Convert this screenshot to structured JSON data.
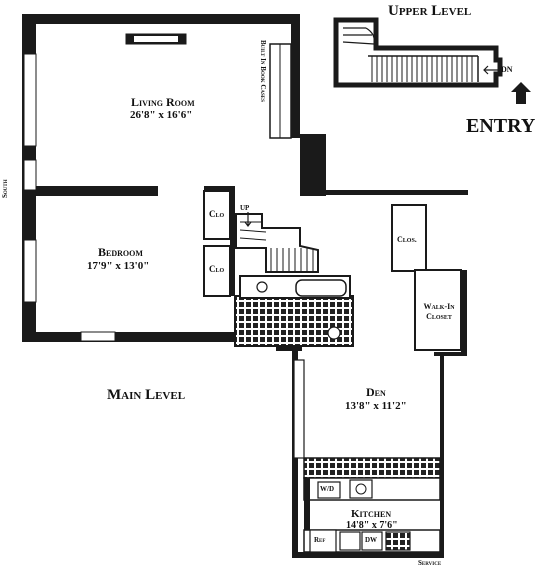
{
  "colors": {
    "wall": "#1a1a1a",
    "background": "#ffffff",
    "tile": "#222222"
  },
  "labels": {
    "upper_level": "Upper Level",
    "main_level": "Main Level",
    "entry": "ENTRY",
    "dn_upper": "DN",
    "up": "UP",
    "south": "South",
    "built_in_book_cases": "Built In Book Cases",
    "service": "Service"
  },
  "rooms": {
    "living_room": {
      "name": "Living Room",
      "dimensions": "26'8\" x 16'6\""
    },
    "bedroom": {
      "name": "Bedroom",
      "dimensions": "17'9\" x 13'0\""
    },
    "den": {
      "name": "Den",
      "dimensions": "13'8\" x 11'2\""
    },
    "kitchen": {
      "name": "Kitchen",
      "dimensions": "14'8\" x 7'6\""
    },
    "walk_in_closet": {
      "name": "Walk-In Closet"
    },
    "closet_den": {
      "name": "Clos."
    },
    "closet_1": {
      "name": "Clo"
    },
    "closet_2": {
      "name": "Clo"
    }
  },
  "fixtures": {
    "wd": "W/D",
    "ref": "Ref",
    "dw": "DW"
  },
  "icons": [
    "entry-arrow-icon",
    "stair-arrow-icon"
  ]
}
